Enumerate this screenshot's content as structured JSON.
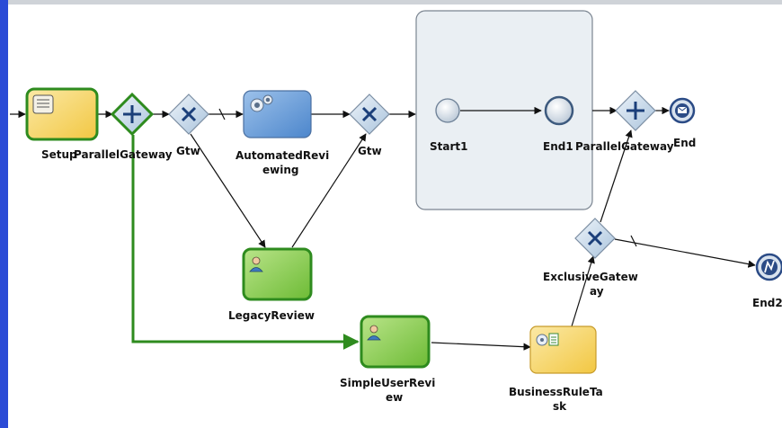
{
  "diagram": {
    "labels": {
      "setup": "Setup",
      "parallel_gateway_1": "ParallelGateway",
      "gtw_1": "Gtw",
      "automated_review_l1": "AutomatedRevi",
      "automated_review_l2": "ewing",
      "gtw_2": "Gtw",
      "start1": "Start1",
      "end1": "End1",
      "parallel_gateway_2": "ParallelGateway",
      "end": "End",
      "legacy_review": "LegacyReview",
      "exclusive_gateway_l1": "ExclusiveGatew",
      "exclusive_gateway_l2": "ay",
      "end2": "End2",
      "simple_user_review_l1": "SimpleUserRevi",
      "simple_user_review_l2": "ew",
      "business_rule_task_l1": "BusinessRuleTa",
      "business_rule_task_l2": "sk"
    },
    "colors": {
      "task_yellow": "#f7d66b",
      "task_blue": "#6fa0d8",
      "task_green": "#8fcf52",
      "gateway_fill": "#c9dced",
      "subprocess_fill": "#eaeff3",
      "selected_green": "#2e8b1e"
    },
    "icons": {
      "setup": "script-icon",
      "automated_review": "gears-icon",
      "legacy_review": "user-icon",
      "simple_user_review": "user-icon",
      "business_rule_task": "business-rule-icon",
      "end": "message-icon",
      "end2": "error-icon"
    }
  }
}
